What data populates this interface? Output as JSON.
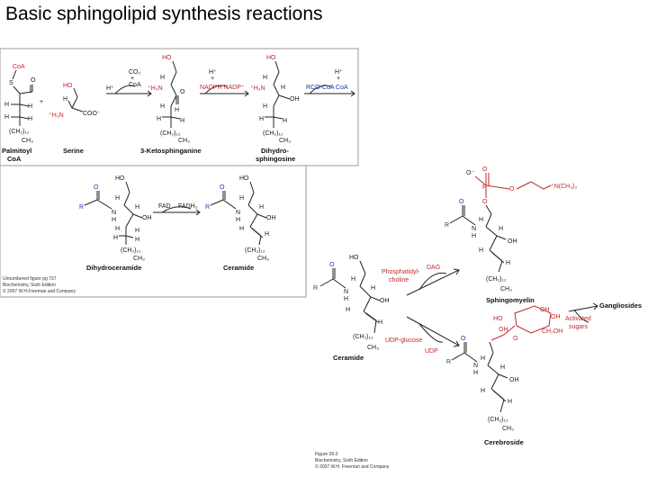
{
  "title": "Basic sphingolipid synthesis reactions",
  "panel1": {
    "compounds": {
      "palmitoyl": {
        "name_line1": "Palmitoyl",
        "name_line2": "CoA",
        "coa": "CoA",
        "s": "S",
        "o": "O",
        "h": "H",
        "chain": "(CH₂)₁₂",
        "ch3": "CH₃"
      },
      "serine": {
        "name": "Serine",
        "ho": "HO",
        "nh3": "⁺H₃N",
        "coo": "COO⁻",
        "h": "H"
      },
      "ketosphinganine": {
        "name": "3-Ketosphinganine",
        "ho": "HO",
        "h": "H",
        "nh3": "⁺H₃N",
        "o": "O",
        "chain": "(CH₂)₁₂",
        "ch3": "CH₃"
      },
      "dihydrosphingosine": {
        "name_line1": "Dihydro-",
        "name_line2": "sphingosine",
        "ho": "HO",
        "h": "H",
        "nh3": "⁺H₃N",
        "oh": "OH",
        "chain": "(CH₂)₁₂",
        "ch3": "CH₃"
      }
    },
    "reagents": {
      "r1_top1": "CO₂",
      "r1_top2": "+",
      "r1_top3": "CoA",
      "r1_left": "H⁺",
      "r2_top1": "H⁺",
      "r2_top2": "+",
      "r2_bottom": "NADPH  NADP⁺",
      "r3_top1": "H⁺",
      "r3_top2": "+",
      "r3_bottom": "RCO-CoA  CoA"
    },
    "plus": "+"
  },
  "panel2": {
    "compounds": {
      "dihydroceramide": {
        "name": "Dihydroceramide",
        "ho": "HO",
        "r": "R",
        "o": "O",
        "n": "N",
        "h": "H",
        "oh": "OH",
        "chain": "(CH₂)₁₂",
        "ch3": "CH₃"
      },
      "ceramide": {
        "name": "Ceramide",
        "ho": "HO",
        "r": "R",
        "o": "O",
        "n": "N",
        "h": "H",
        "oh": "OH",
        "chain": "(CH₂)₁₂",
        "ch3": "CH₃"
      }
    },
    "reagents": {
      "fad": "FAD",
      "fadh2": "FADH₂"
    },
    "caption": [
      "Unnumbered figure pg 737",
      "Biochemistry, Sixth Edition",
      "© 2007 W.H.Freeman and Company"
    ]
  },
  "panel3": {
    "compounds": {
      "ceramide": {
        "name": "Ceramide",
        "ho": "HO",
        "r": "R",
        "o": "O",
        "n": "N",
        "h": "H",
        "oh": "OH",
        "chain": "(CH₂)₁₂",
        "ch3": "CH₃"
      },
      "sphingomyelin": {
        "name": "Sphingomyelin",
        "o_minus": "O⁻",
        "p": "P",
        "o": "O",
        "nme3": "⁺N(CH₃)₃",
        "r": "R",
        "n": "N",
        "h": "H",
        "oh": "OH",
        "chain": "(CH₂)₁₂",
        "ch3": "CH₃"
      },
      "cerebroside": {
        "name": "Cerebroside",
        "ho": "HO",
        "oh": "OH",
        "ch2oh": "CH₂OH",
        "o": "O",
        "r": "R",
        "n": "N",
        "h": "H",
        "chain": "(CH₂)₁₂",
        "ch3": "CH₃"
      }
    },
    "reagents": {
      "phosphatidyl_line1": "Phosphatidyl-",
      "phosphatidyl_line2": "choline",
      "dag": "DAG",
      "udp_glucose": "UDP-glucose",
      "udp": "UDP",
      "gangliosides": "Gangliosides",
      "activated_line1": "Activated",
      "activated_line2": "sugars"
    },
    "caption": [
      "Figure 26-2",
      "Biochemistry, Sixth Edition",
      "© 2007 W.H. Freeman and Company"
    ]
  }
}
